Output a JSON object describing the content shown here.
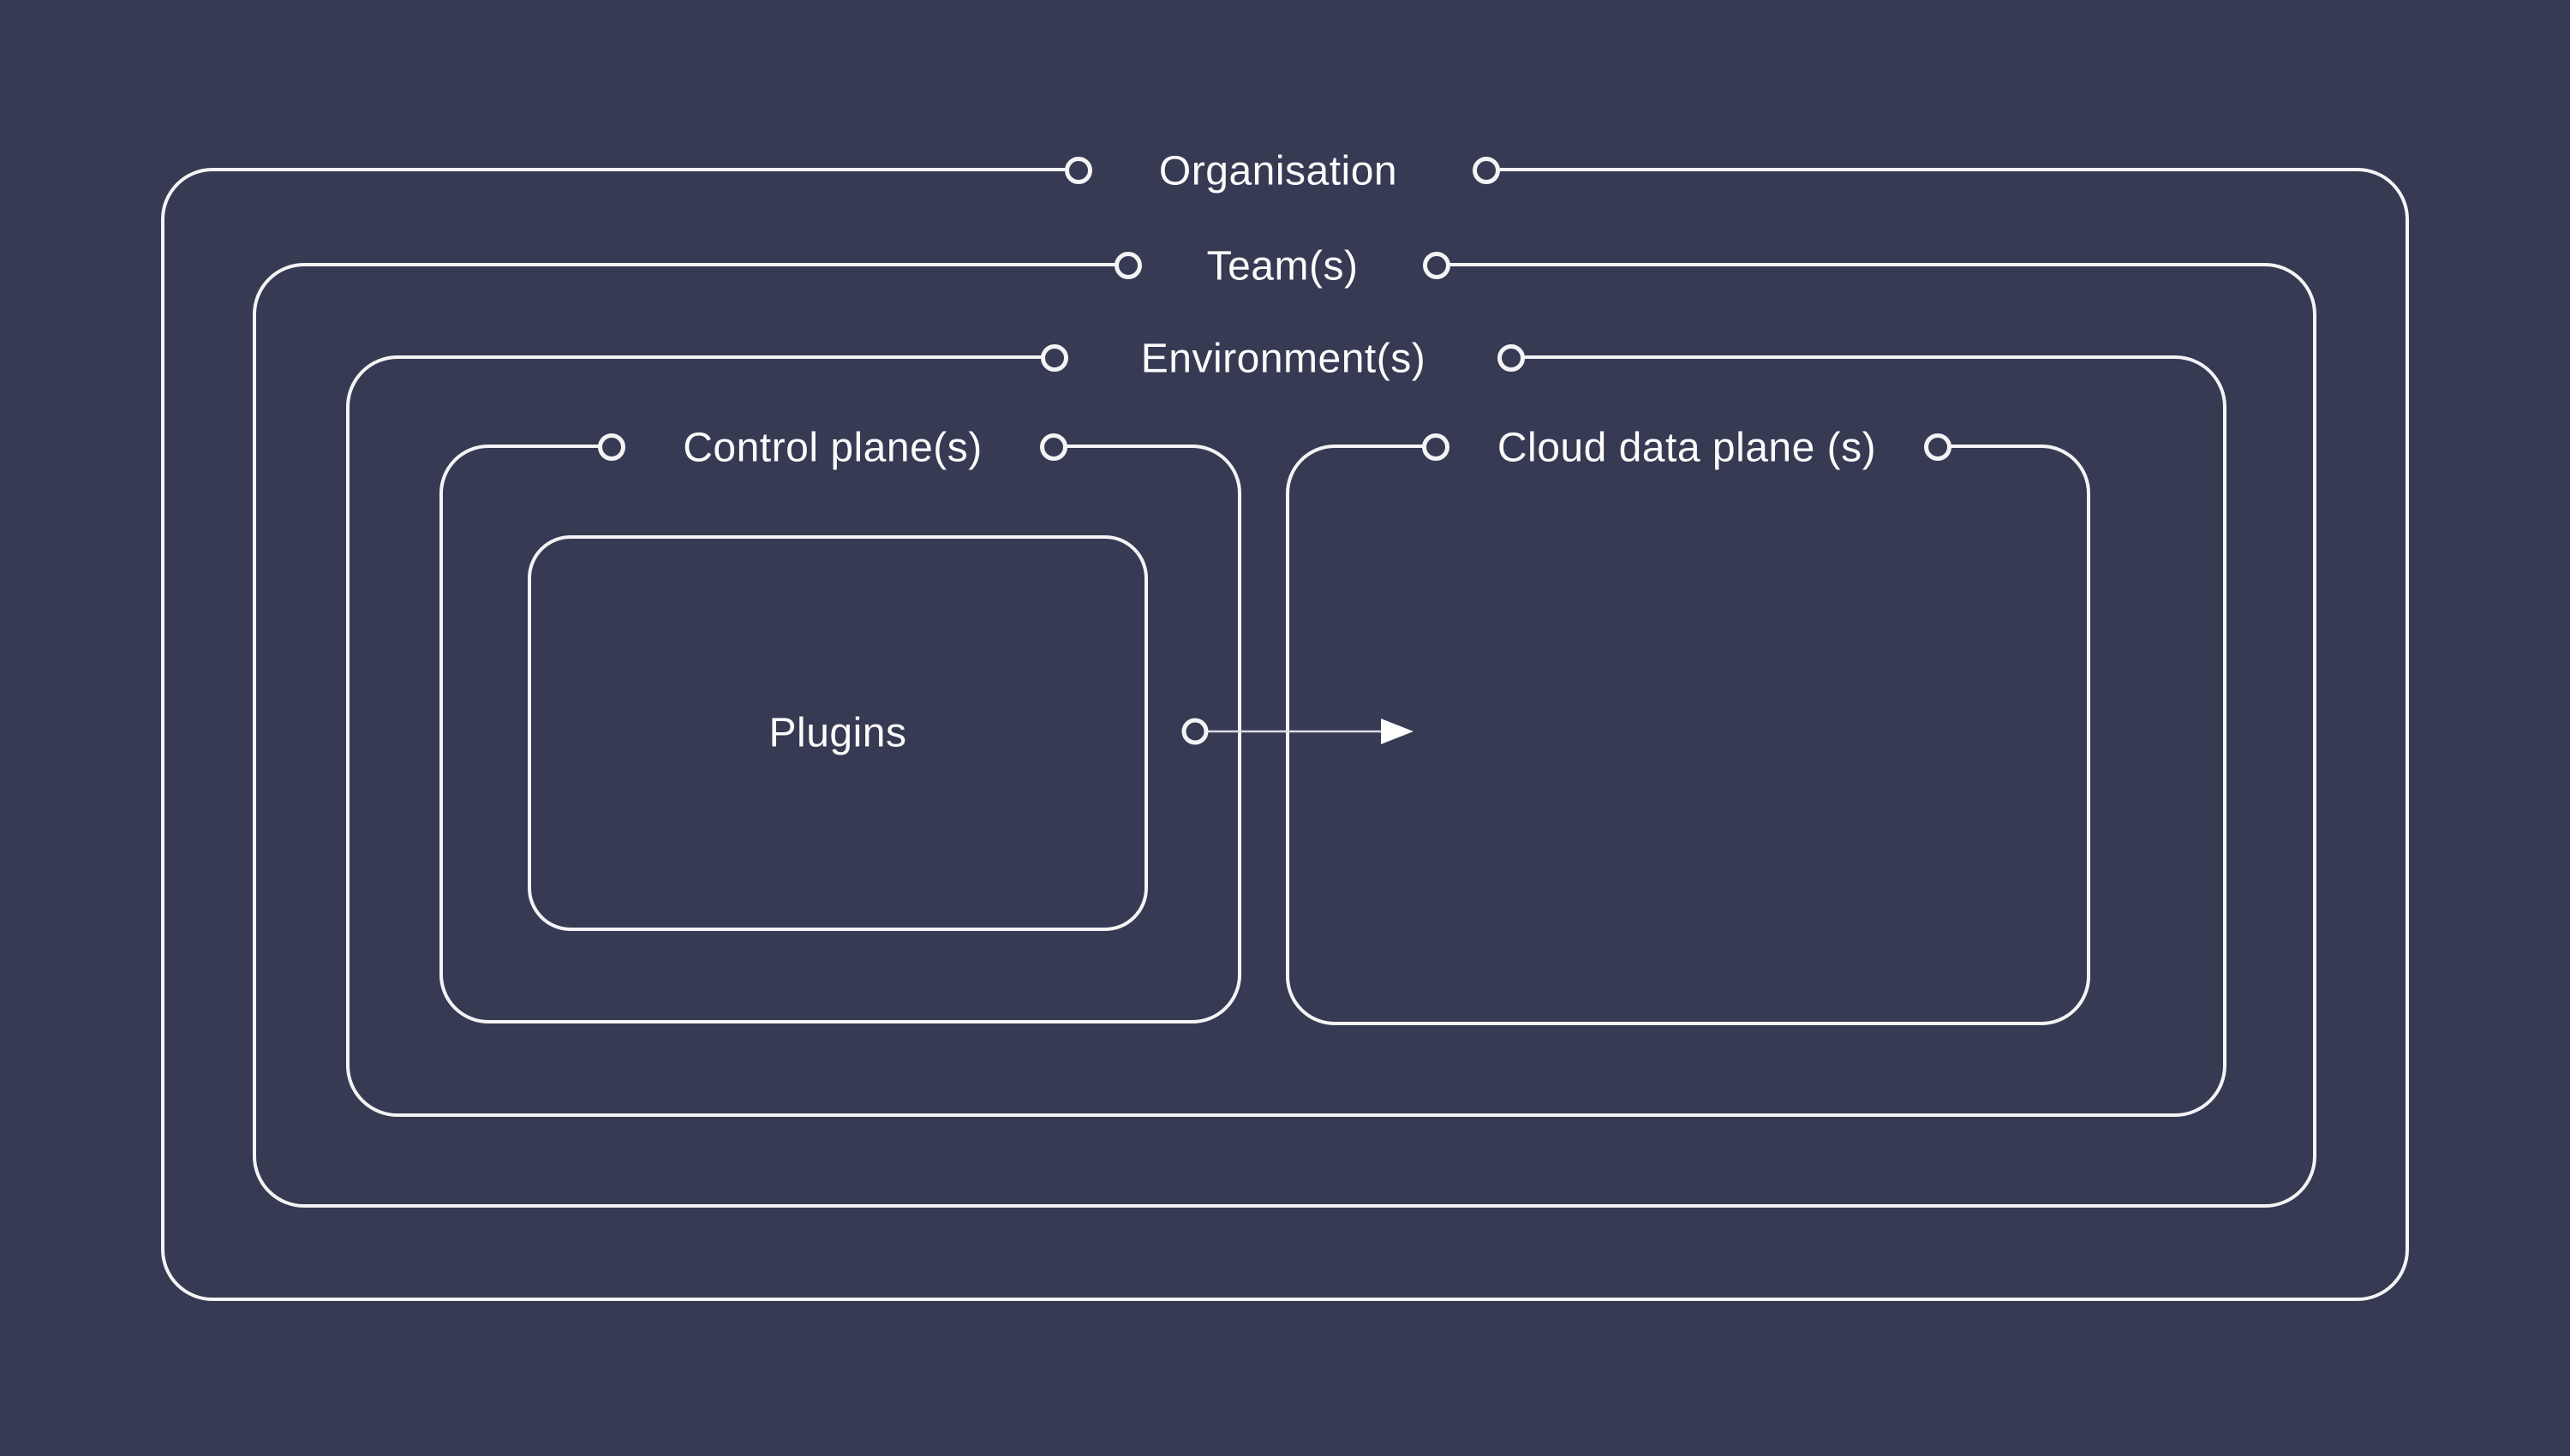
{
  "diagram": {
    "layers": {
      "organisation": "Organisation",
      "teams": "Team(s)",
      "environments": "Environment(s)",
      "control_plane": "Control plane(s)",
      "cloud_data_plane": "Cloud data plane (s)",
      "plugins": "Plugins"
    },
    "connectors": {
      "dot_icon": "open-circle",
      "arrow_icon": "right-arrow"
    },
    "colors": {
      "background": "#363a52",
      "line": "#f4f4f6",
      "text": "#fcfcfd",
      "arrow": "#ffffff",
      "arrow-line": "#d9dae2"
    }
  }
}
